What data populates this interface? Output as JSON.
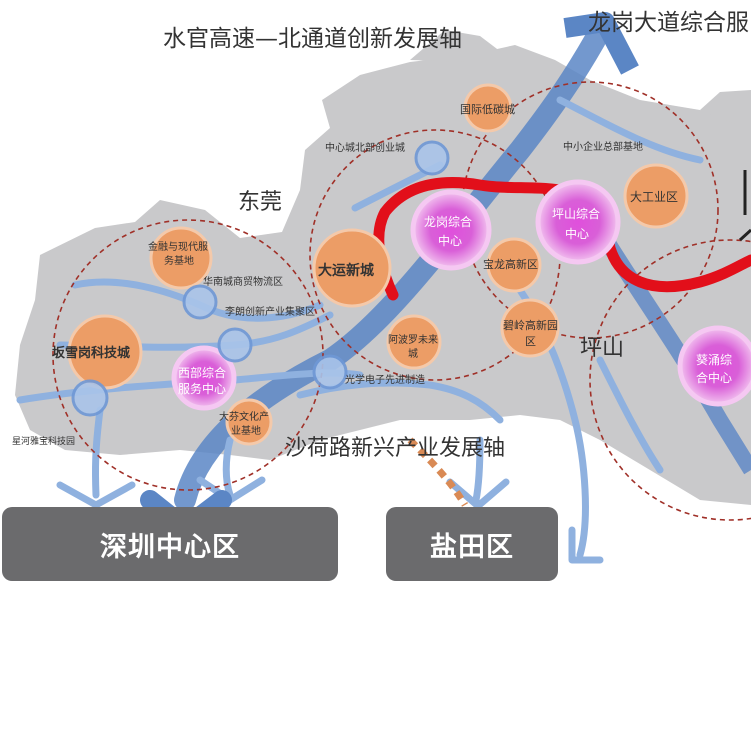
{
  "axes": {
    "north": "水官高速—北通道创新发展轴",
    "longgang": "龙岗大道综合服",
    "shahe": "沙荷路新兴产业发展轴"
  },
  "regions": {
    "dongguan": "东莞",
    "pingshan": "坪山"
  },
  "nodes": {
    "guoji": "国际低碳城",
    "zhongxin_north": "中心城北部创业城",
    "sme": "中小企业总部基地",
    "dagongye": "大工业区",
    "jinrong1": "金融与现代服",
    "jinrong2": "务基地",
    "huanan": "华南城商贸物流区",
    "liyue": "李朗创新产业集聚区",
    "bantian": "坂雪岗科技城",
    "xibu1": "西部综合",
    "xibu2": "服务中心",
    "dafen1": "大芬文化产",
    "dafen2": "业基地",
    "xinghe": "星河雅宝科技园",
    "dayun": "大运新城",
    "longgang1": "龙岗综合",
    "longgang2": "中心",
    "baolong": "宝龙高新区",
    "pingshanc1": "坪山综合",
    "pingshanc2": "中心",
    "bilin1": "碧岭高新园",
    "bilin2": "区",
    "abo1": "阿波罗未来",
    "abo2": "城",
    "guangxue": "光学电子先进制造",
    "kuiyong1": "葵涌综",
    "kuiyong2": "合中心"
  },
  "destinations": {
    "shenzhen": "深圳中心区",
    "yantian": "盐田区"
  },
  "colors": {
    "land": "#c9c9cb",
    "axis_blue": "#5b86c5",
    "light_blue": "#8fb1df",
    "red_line": "#e20f1a",
    "orange_node": "#ec9d66",
    "pink_center": "#d85bd8",
    "dest_box": "#6b6b6d",
    "dashed_circle": "#a03028",
    "dotted_orange": "#d98a55"
  }
}
